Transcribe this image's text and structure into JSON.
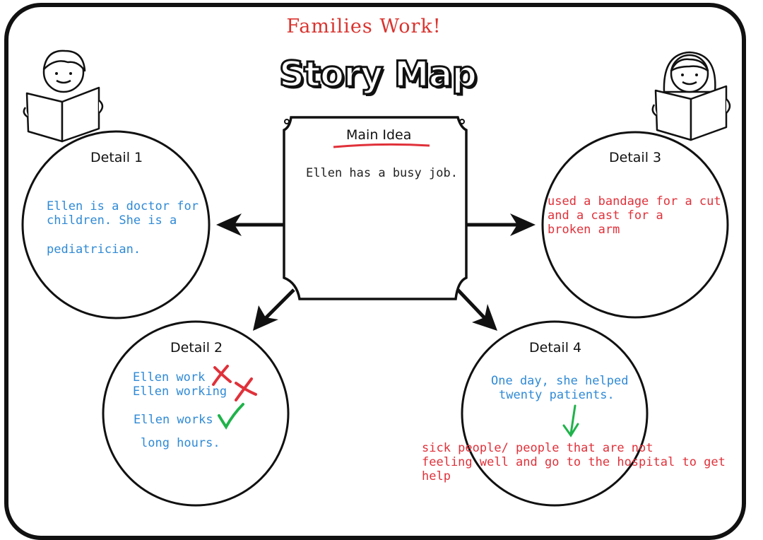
{
  "title": "Families Work!",
  "heading": "Story Map",
  "main_idea": {
    "label": "Main Idea",
    "text": "Ellen has a busy job."
  },
  "detail1": {
    "label": "Detail 1",
    "line1": "Ellen is a doctor for",
    "line2": "children. She is a",
    "line3": "pediatrician."
  },
  "detail2": {
    "label": "Detail 2",
    "wrong1": "Ellen work",
    "wrong2": "Ellen working",
    "right": "Ellen works",
    "line4": "long hours."
  },
  "detail3": {
    "label": "Detail 3",
    "line1": "used a bandage for a cut",
    "line2": "and a cast for a",
    "line3": "broken arm"
  },
  "detail4": {
    "label": "Detail 4",
    "line1": "One day, she helped",
    "line2": "twenty patients.",
    "note1": "sick people/ people that are not",
    "note2": "feeling well and go to the hospital to get",
    "note3": "help"
  },
  "colors": {
    "title_red": "#d9342f",
    "answer_blue": "#2f8ad6",
    "note_red": "#e0313a",
    "check_green": "#1fb34a"
  }
}
